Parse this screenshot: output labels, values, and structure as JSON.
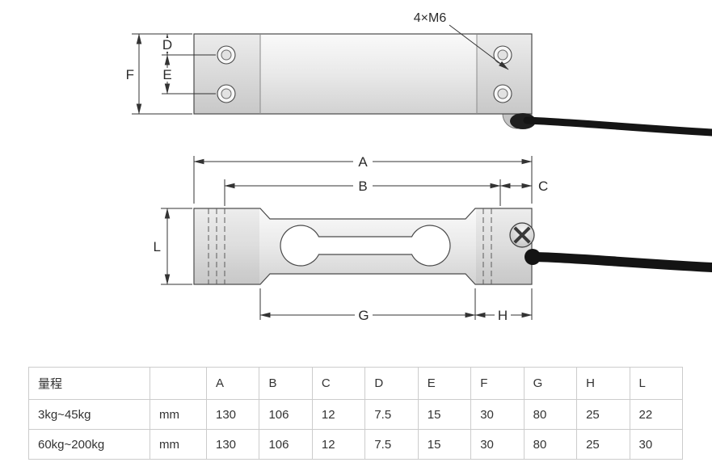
{
  "drawing": {
    "thread_label": "4×M6",
    "dim_labels": {
      "A": "A",
      "B": "B",
      "C": "C",
      "D": "D",
      "E": "E",
      "F": "F",
      "G": "G",
      "H": "H",
      "L": "L"
    }
  },
  "table": {
    "headers": [
      "量程",
      "",
      "A",
      "B",
      "C",
      "D",
      "E",
      "F",
      "G",
      "H",
      "L"
    ],
    "rows": [
      [
        "3kg~45kg",
        "mm",
        "130",
        "106",
        "12",
        "7.5",
        "15",
        "30",
        "80",
        "25",
        "22"
      ],
      [
        "60kg~200kg",
        "mm",
        "130",
        "106",
        "12",
        "7.5",
        "15",
        "30",
        "80",
        "25",
        "30"
      ]
    ]
  }
}
